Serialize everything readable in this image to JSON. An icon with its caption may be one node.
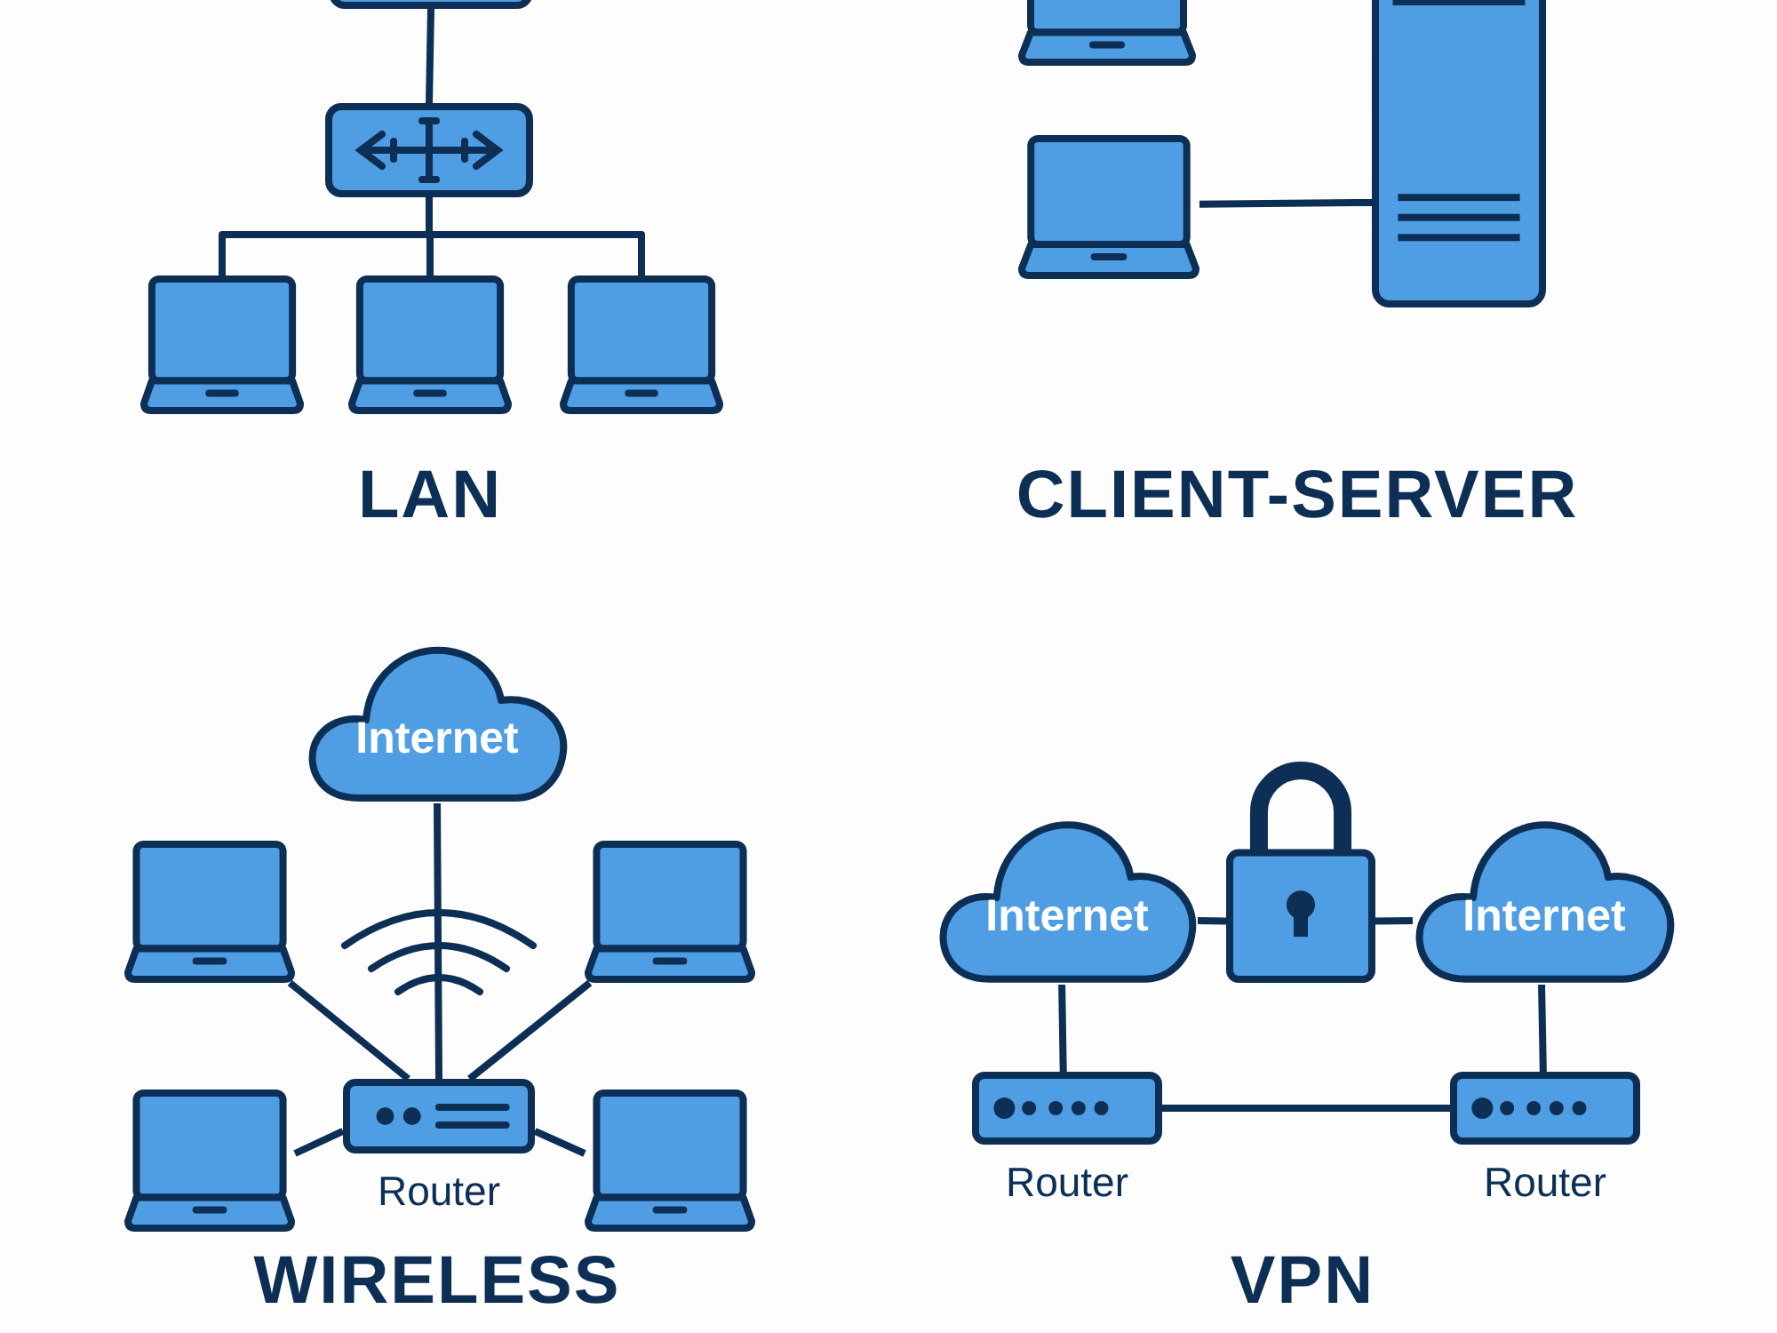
{
  "diagram": {
    "nodes": [
      {
        "text": [],
        "shape": "box"
      },
      {
        "text": [],
        "shape": "box"
      },
      {
        "text": [],
        "shape": "laptop"
      },
      {
        "text": [],
        "shape": "laptop"
      },
      {
        "text": [],
        "shape": "laptop"
      },
      {
        "text": [],
        "shape": "laptop"
      },
      {
        "text": [],
        "shape": "laptop"
      },
      {
        "text": [],
        "shape": "server"
      },
      {
        "text": [
          "Internet"
        ]
      },
      {
        "text": [],
        "shape": "laptop"
      },
      {
        "text": [],
        "shape": "laptop"
      },
      {
        "text": [],
        "shape": "router",
        "beside": [
          "Router"
        ]
      },
      {
        "text": [],
        "shape": "laptop"
      },
      {
        "text": [],
        "shape": "laptop"
      },
      {
        "text": [
          "Internet"
        ]
      },
      {
        "text": [],
        "shape": "padlock"
      },
      {
        "text": [
          "Internet"
        ]
      },
      {
        "text": [],
        "shape": "router",
        "beside": [
          "Router"
        ]
      },
      {
        "text": [],
        "shape": "router",
        "beside": [
          "Router"
        ]
      }
    ],
    "edges": [
      {
        "from": 0,
        "to": 1,
        "arrow": "none"
      },
      {
        "from": 1,
        "to": 2,
        "arrow": "none"
      },
      {
        "from": 1,
        "to": 3,
        "arrow": "none"
      },
      {
        "from": 1,
        "to": 4,
        "arrow": "none"
      },
      {
        "from": 6,
        "to": 7,
        "arrow": "none"
      },
      {
        "from": 8,
        "to": 11,
        "arrow": "none"
      },
      {
        "from": 11,
        "to": 9,
        "arrow": "none"
      },
      {
        "from": 11,
        "to": 10,
        "arrow": "none"
      },
      {
        "from": 11,
        "to": 12,
        "arrow": "none"
      },
      {
        "from": 11,
        "to": 13,
        "arrow": "none"
      },
      {
        "from": 14,
        "to": 15,
        "arrow": "none"
      },
      {
        "from": 15,
        "to": 16,
        "arrow": "none"
      },
      {
        "from": 14,
        "to": 17,
        "arrow": "none"
      },
      {
        "from": 16,
        "to": 18,
        "arrow": "none"
      },
      {
        "from": 17,
        "to": 18,
        "arrow": "none"
      }
    ],
    "labels": [
      "LAN",
      "CLIENT-SERVER",
      "WIRELESS",
      "VPN"
    ]
  }
}
